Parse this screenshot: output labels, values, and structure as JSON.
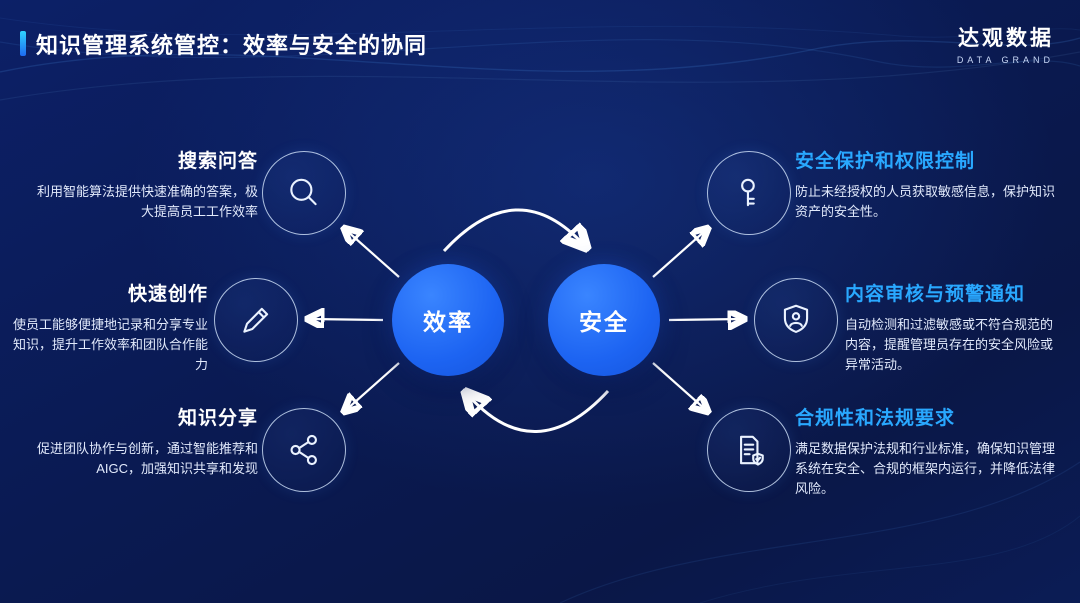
{
  "header": {
    "title": "知识管理系统管控：效率与安全的协同",
    "logo": {
      "name": "达观数据",
      "subtitle": "DATA GRAND"
    }
  },
  "diagram": {
    "center": [
      {
        "label": "效率"
      },
      {
        "label": "安全"
      }
    ],
    "left_items": [
      {
        "title": "搜索问答",
        "icon": "search-icon",
        "desc": "利用智能算法提供快速准确的答案，极大提高员工工作效率"
      },
      {
        "title": "快速创作",
        "icon": "pencil-icon",
        "desc": "使员工能够便捷地记录和分享专业知识，提升工作效率和团队合作能力"
      },
      {
        "title": "知识分享",
        "icon": "share-icon",
        "desc": "促进团队协作与创新，通过智能推荐和AIGC，加强知识共享和发现"
      }
    ],
    "right_items": [
      {
        "title": "安全保护和权限控制",
        "icon": "key-icon",
        "desc": "防止未经授权的人员获取敏感信息，保护知识资产的安全性。"
      },
      {
        "title": "内容审核与预警通知",
        "icon": "shield-user-icon",
        "desc": "自动检测和过滤敏感或不符合规范的内容，提醒管理员存在的安全风险或异常活动。"
      },
      {
        "title": "合规性和法规要求",
        "icon": "compliance-doc-icon",
        "desc": "满足数据保护法规和行业标准，确保知识管理系统在安全、合规的框架内运行，并降低法律风险。"
      }
    ]
  },
  "colors": {
    "background": "#0a1a52",
    "accent_cyan": "#29a8ff",
    "center_circle_blue": "#1d64f2",
    "text_light": "#e2eafc"
  }
}
